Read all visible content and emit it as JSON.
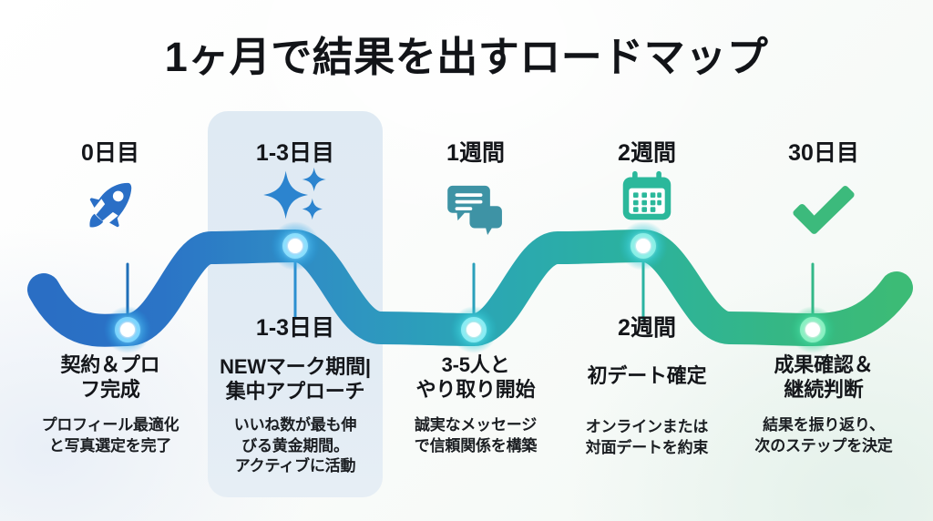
{
  "title": "1ヶ月で結果を出すロードマップ",
  "theme": {
    "wave_start": "#2a73c6",
    "wave_mid": "#2aa4b6",
    "wave_end": "#38b877",
    "node_glow": "#ffffff",
    "card_bg": "#e0eaf3",
    "text": "#14161a"
  },
  "steps": [
    {
      "period_top": "0日目",
      "period_mid": "",
      "icon": "rocket-icon",
      "icon_color": "#2a6fc6",
      "title": "契約＆プロ\nフ完成",
      "desc": "プロフィール最適化\nと写真選定を完了",
      "node": "trough",
      "highlighted": false
    },
    {
      "period_top": "1-3日目",
      "period_mid": "1-3日目",
      "icon": "sparkle-icon",
      "icon_color": "#2c84cf",
      "title": "NEWマーク期間|\n集中アプローチ",
      "desc": "いいね数が最も伸\nびる黄金期間。\nアクティブに活動",
      "node": "peak",
      "highlighted": true
    },
    {
      "period_top": "1週間",
      "period_mid": "",
      "icon": "chat-bubbles-icon",
      "icon_color": "#3e93a5",
      "title": "3-5人と\nやり取り開始",
      "desc": "誠実なメッセージ\nで信頼関係を構築",
      "node": "trough",
      "highlighted": false
    },
    {
      "period_top": "2週間",
      "period_mid": "2週間",
      "icon": "calendar-icon",
      "icon_color": "#2bb89b",
      "title": "初デート確定",
      "desc": "オンラインまたは\n対面デートを約束",
      "node": "peak",
      "highlighted": false
    },
    {
      "period_top": "30日目",
      "period_mid": "",
      "icon": "checkmark-icon",
      "icon_color": "#3cba7c",
      "title": "成果確認＆\n継続判断",
      "desc": "結果を振り返り、\n次のステップを決定",
      "node": "trough",
      "highlighted": false
    }
  ]
}
